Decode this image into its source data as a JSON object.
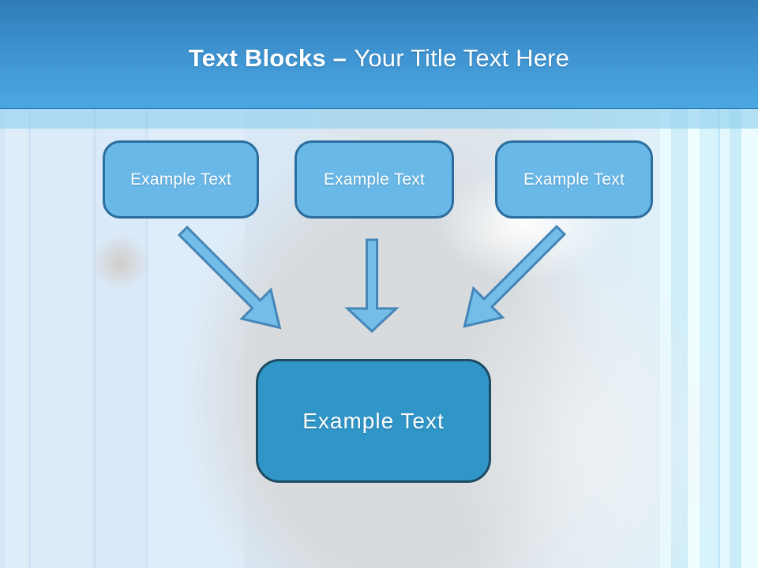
{
  "header": {
    "title_bold": "Text Blocks –",
    "title_regular": "Your Title Text Here"
  },
  "diagram": {
    "top_boxes": [
      {
        "label": "Example Text"
      },
      {
        "label": "Example Text"
      },
      {
        "label": "Example Text"
      }
    ],
    "bottom_box": {
      "label": "Example Text"
    },
    "arrows": [
      {
        "name": "arrow-left",
        "direction": "down-right"
      },
      {
        "name": "arrow-middle",
        "direction": "down"
      },
      {
        "name": "arrow-right",
        "direction": "down-left"
      }
    ]
  },
  "colors": {
    "header_gradient_top": "#2F7CB8",
    "header_gradient_bottom": "#4BA7E2",
    "header_band": "#8CCDEE",
    "top_box_fill": "#69B8E8",
    "top_box_border": "#2A6D9E",
    "bottom_box_fill": "#3096C8",
    "bottom_box_border": "#1D4B61",
    "arrow_fill": "#74BDE9",
    "arrow_stroke": "#4586B8",
    "title_text": "#FFFFFF"
  }
}
